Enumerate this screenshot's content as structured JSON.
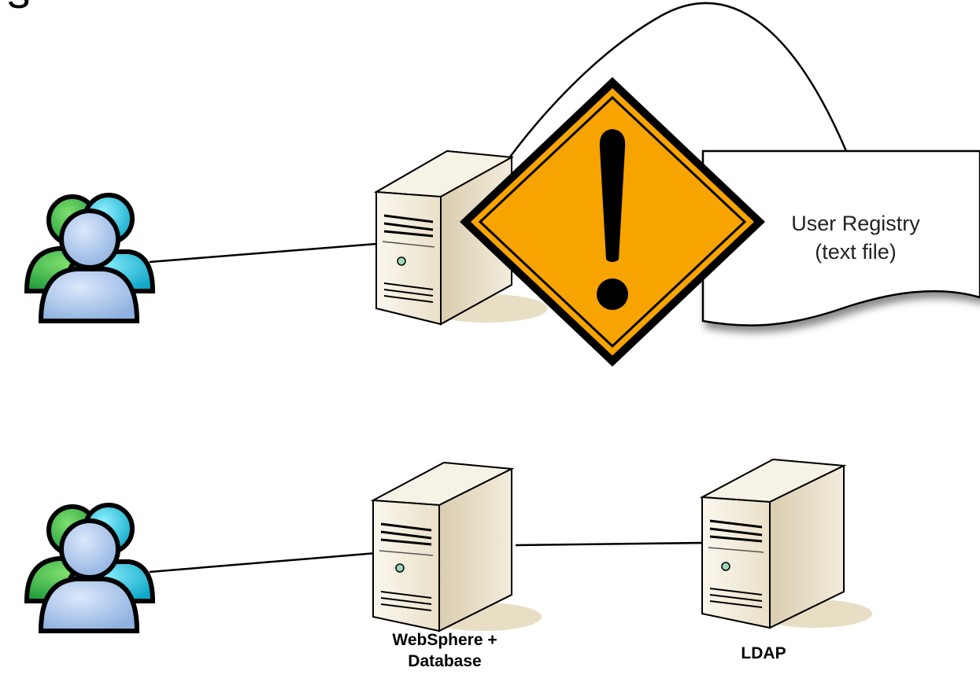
{
  "corner_fragment": "rs",
  "top_row": {
    "users_icon": "users-group-icon",
    "server_icon": "server-tower-icon",
    "warning_icon": "warning-exclamation-icon",
    "document": {
      "icon": "document-wave-icon",
      "line1": "User Registry",
      "line2": "(text file)"
    }
  },
  "bottom_row": {
    "users_icon": "users-group-icon",
    "websphere": {
      "icon": "server-tower-icon",
      "line1": "WebSphere +",
      "line2": "Database"
    },
    "ldap": {
      "icon": "server-tower-icon",
      "label": "LDAP"
    }
  },
  "colors": {
    "warning_fill": "#f7a400",
    "warning_border": "#000000",
    "server_body": "#efe7d4",
    "server_shadow": "#e8dec4",
    "user_front": "#a9c6ec",
    "user_back_green": "#37b24a",
    "user_back_cyan": "#23c4dc",
    "document_stroke": "#000000"
  }
}
